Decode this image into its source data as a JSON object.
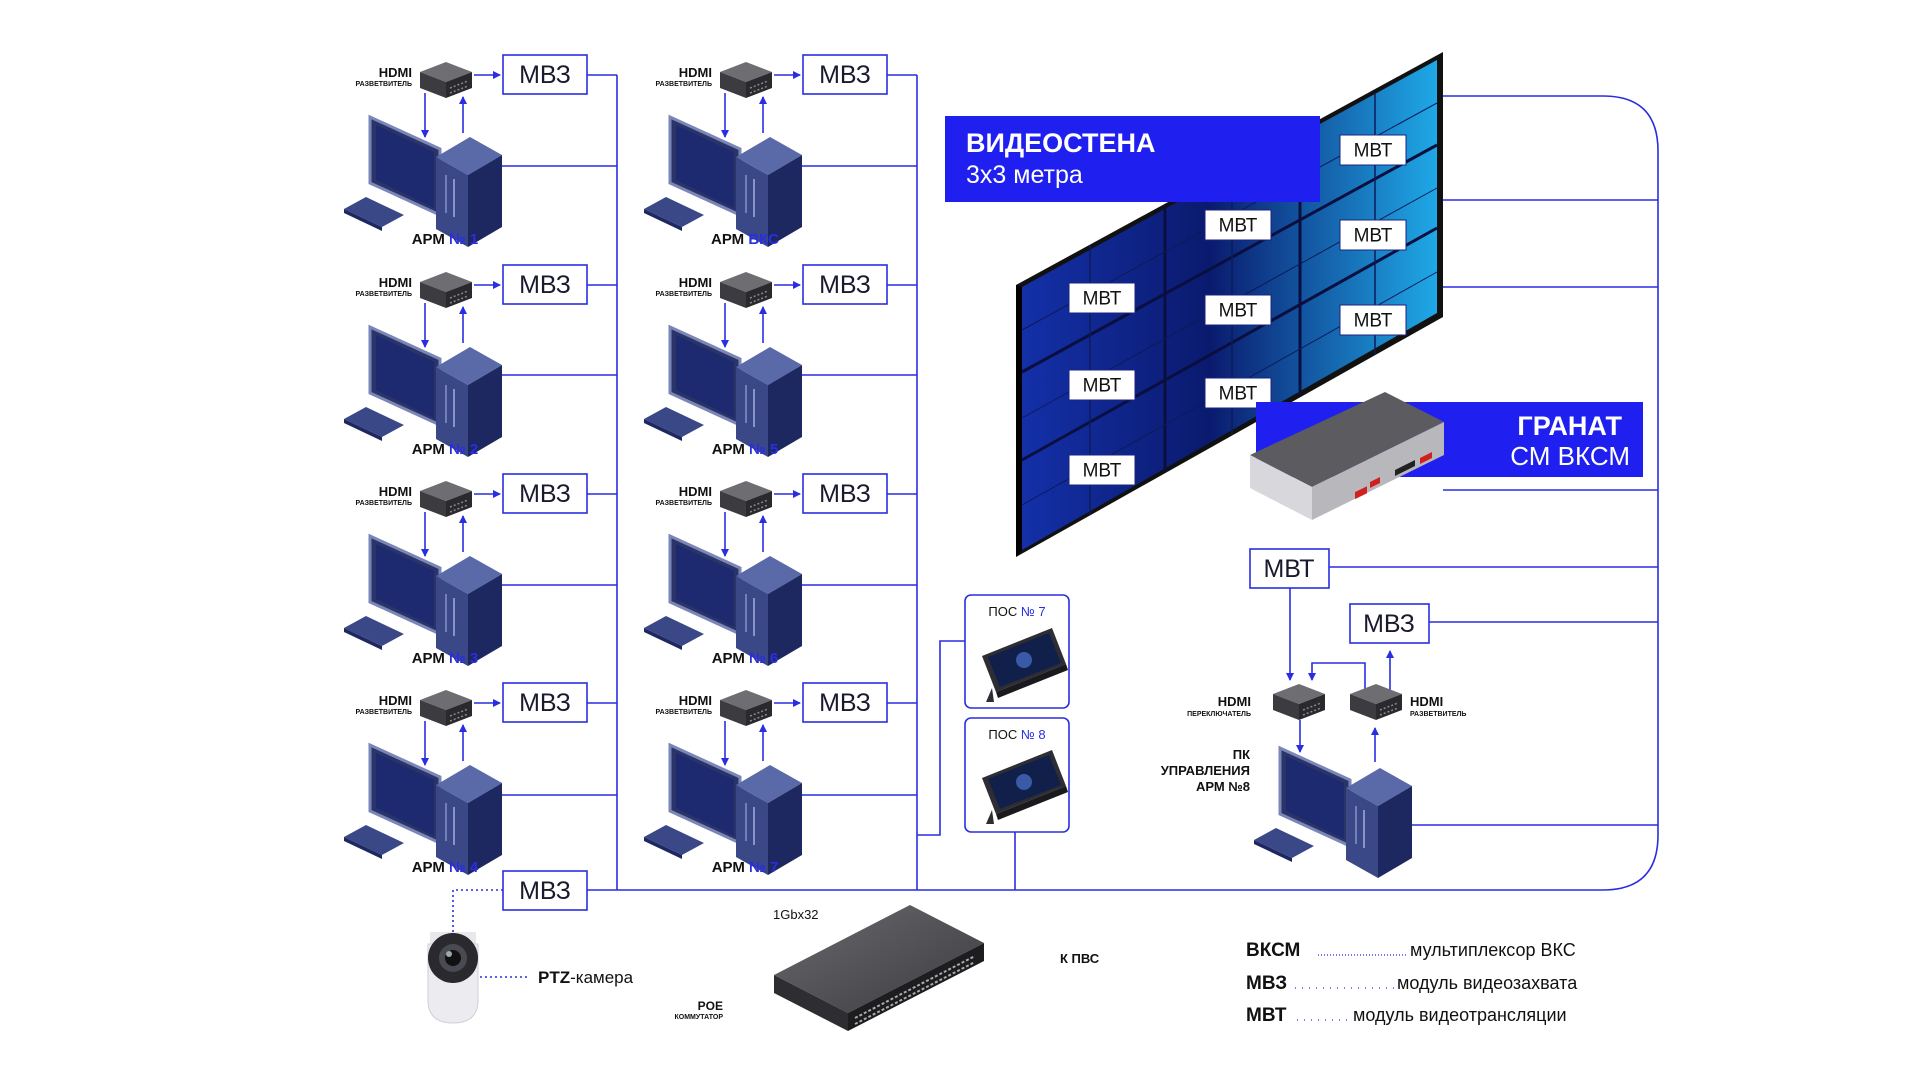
{
  "colors": {
    "accent": "#2a2ee0",
    "banner": "#1f1ff0",
    "wall_dark": "#0a1a6e",
    "wall_light": "#1fa0e0"
  },
  "splitter_label_big": "HDMI",
  "splitter_label_small": "РАЗВЕТВИТЕЛЬ",
  "switcher_label_small": "ПЕРЕКЛЮЧАТЕЛЬ",
  "capture_box": "МВЗ",
  "workstations": [
    {
      "prefix": "АРМ",
      "num": "№ 1"
    },
    {
      "prefix": "АРМ",
      "num": "№ 2"
    },
    {
      "prefix": "АРМ",
      "num": "№ 3"
    },
    {
      "prefix": "АРМ",
      "num": "№ 4"
    },
    {
      "prefix": "АРМ",
      "num": "ВКС"
    },
    {
      "prefix": "АРМ",
      "num": "№ 5"
    },
    {
      "prefix": "АРМ",
      "num": "№ 6"
    },
    {
      "prefix": "АРМ",
      "num": "№ 7"
    }
  ],
  "videowall": {
    "title": "ВИДЕОСТЕНА",
    "subtitle": "3х3 метра",
    "tile_label": "МВТ"
  },
  "granat": {
    "title": "ГРАНАТ",
    "subtitle": "СМ ВКСМ"
  },
  "pos": [
    {
      "prefix": "ПОС",
      "num": "№ 7"
    },
    {
      "prefix": "ПОС",
      "num": "№ 8"
    }
  ],
  "control": {
    "mvt": "МВТ",
    "mvz": "МВЗ",
    "pc_line1": "ПК",
    "pc_line2": "УПРАВЛЕНИЯ",
    "pc_line3": "АРМ №8"
  },
  "camera": {
    "label_bold": "PTZ",
    "label_rest": "-камера"
  },
  "switch": {
    "speed": "1Gbx32",
    "name": "POE",
    "subname": "КОММУТАТОР"
  },
  "to_pvs": "К ПВС",
  "legend": [
    {
      "abbr": "ВКСМ",
      "desc": "мультиплексор ВКС"
    },
    {
      "abbr": "МВЗ",
      "desc": "модуль видеозахвата"
    },
    {
      "abbr": "МВТ",
      "desc": "модуль видеотрансляции"
    }
  ]
}
